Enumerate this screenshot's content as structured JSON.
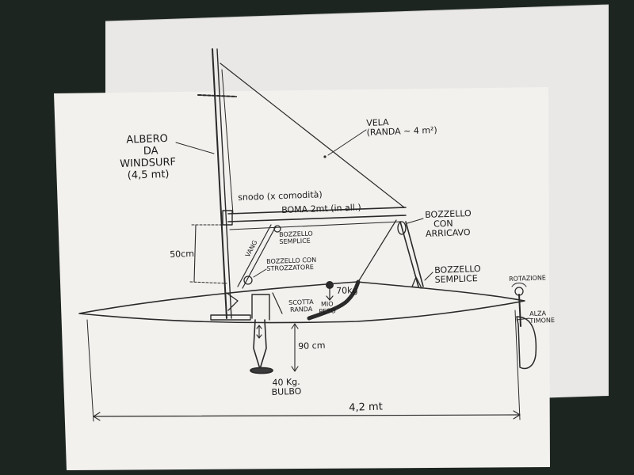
{
  "labels": {
    "albero": "ALBERO\n  DA\nWINDSURF\n(4,5 mt)",
    "vela": "VELA\n(RANDA ~ 4 m²)",
    "snodo": "snodo (x comodità)",
    "boma": "BOMA 2mt (in all.)",
    "bozzello_arricavo": "BOZZELLO\n   CON\nARRICAVO",
    "bozzello_semplice_1": "BOZZELLO\nSEMPLICE",
    "bozzello_semplice_2": "BOZZELLO\nSEMPLICE",
    "vang": "VANG",
    "bozzello_strozzatore": "BOZZELLO CON\nSTROZZATORE",
    "altezza_boma": "50cm",
    "scotta_randa": "SCOTTA\nRANDA",
    "mio_peso": "MIO\nPESO",
    "peso_kg": "70kg",
    "pescaggio": "90 cm",
    "bulbo": "40 Kg.\nBULBO",
    "lunghezza": "4,2 mt",
    "rotazione": "ROTAZIONE",
    "alza_timone": "ALZA\nTIMONE"
  },
  "colors": {
    "background": "#1d2520",
    "paper": "#f2f1ee",
    "ink": "#1a1a1a"
  }
}
